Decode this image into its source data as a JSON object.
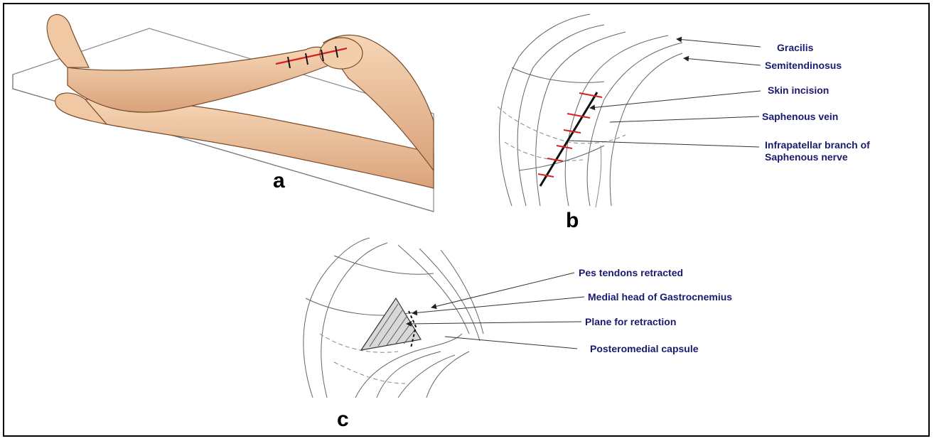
{
  "colors": {
    "label_text": "#1a1a6e",
    "incision_red": "#d62020",
    "skin": "#f0c9a4",
    "sketch_line": "#555555"
  },
  "panels": [
    {
      "letter": "a",
      "content": "leg-positioning-illustration"
    },
    {
      "letter": "b",
      "content": "knee-surface-anatomy-sketch"
    },
    {
      "letter": "c",
      "content": "deep-posteromedial-dissection-sketch"
    }
  ],
  "labels_b": [
    {
      "text": "Gracilis"
    },
    {
      "text": "Semitendinosus"
    },
    {
      "text": "Skin incision"
    },
    {
      "text": "Saphenous vein"
    },
    {
      "text": "Infrapatellar branch of"
    },
    {
      "text": "Saphenous nerve"
    }
  ],
  "labels_c": [
    {
      "text": "Pes tendons retracted"
    },
    {
      "text": "Medial head of Gastrocnemius"
    },
    {
      "text": "Plane for retraction"
    },
    {
      "text": "Posteromedial capsule"
    }
  ]
}
